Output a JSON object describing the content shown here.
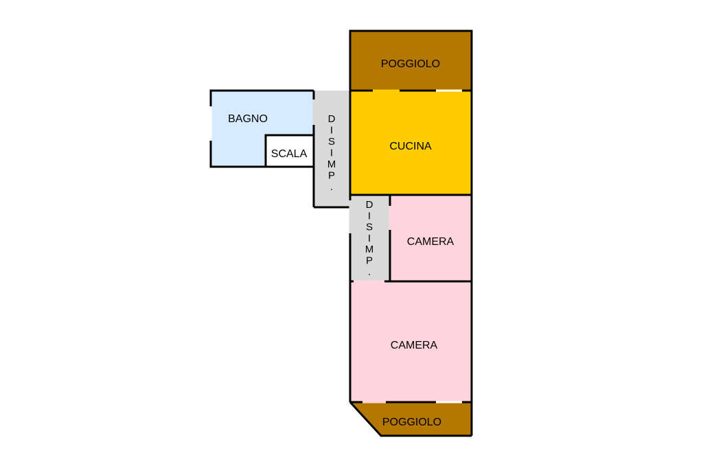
{
  "colors": {
    "poggiolo": "#b47700",
    "cucina": "#ffcc00",
    "camera": "#ffd5dd",
    "bagno": "#d6ebff",
    "disimpegno": "#d9d9d9",
    "scala": "#ffffff",
    "wall": "#000000"
  },
  "rooms": {
    "poggiolo_top": {
      "label": "POGGIOLO"
    },
    "bagno": {
      "label": "BAGNO"
    },
    "scala": {
      "label": "SCALA"
    },
    "disimpegno_upper": {
      "label": "D\nI\nS\nI\nM\nP\n."
    },
    "cucina": {
      "label": "CUCINA"
    },
    "disimpegno_lower": {
      "label": "D\nI\nS\nI\nM\nP\n."
    },
    "camera_small": {
      "label": "CAMERA"
    },
    "camera_large": {
      "label": "CAMERA"
    },
    "poggiolo_bottom": {
      "label": "POGGIOLO"
    }
  }
}
